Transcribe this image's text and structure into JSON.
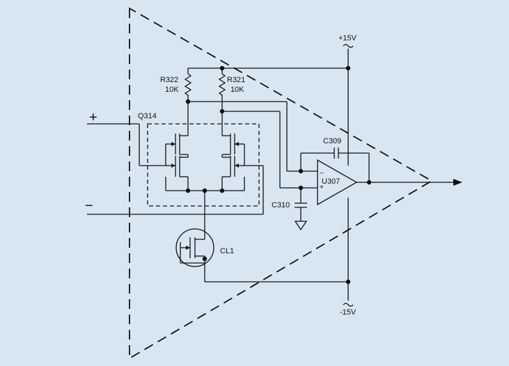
{
  "supply": {
    "positive": "+15V",
    "negative": "-15V"
  },
  "inputs": {
    "plus": "+",
    "minus": "−"
  },
  "resistors": [
    {
      "ref": "R322",
      "value": "10K"
    },
    {
      "ref": "R321",
      "value": "10K"
    }
  ],
  "transistor_pair": {
    "ref": "Q314"
  },
  "current_limiter": {
    "ref": "CL1"
  },
  "capacitors": {
    "feedback": "C309",
    "input": "C310"
  },
  "opamp": {
    "ref": "U307",
    "inverting": "−",
    "noninverting": "+"
  }
}
